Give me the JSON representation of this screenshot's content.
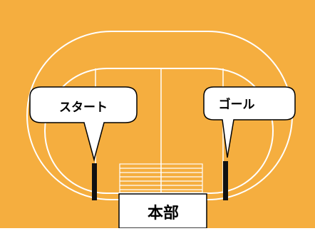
{
  "diagram": {
    "background_color": "#F5AE3F",
    "track_line_color": "#FFFFFF",
    "marker_color": "#111111",
    "start_label": "スタート",
    "goal_label": "ゴール",
    "headquarters_label": "本部"
  }
}
